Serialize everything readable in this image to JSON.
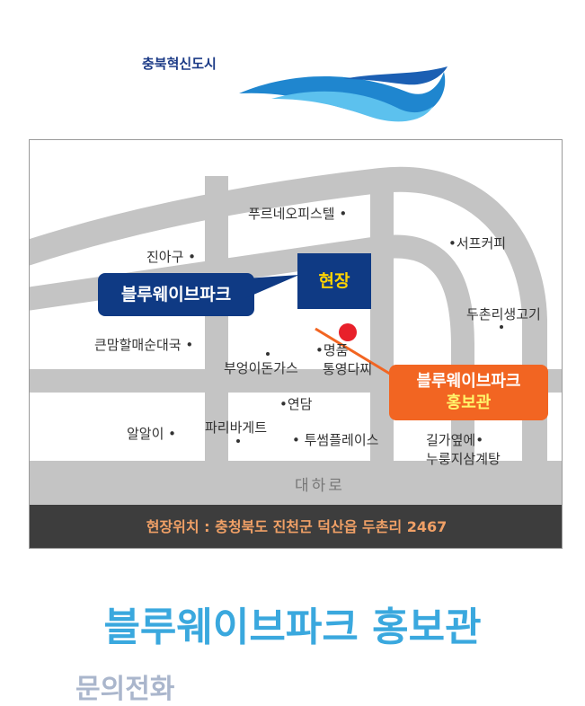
{
  "brand": {
    "name": "충북혁신도시"
  },
  "map": {
    "road_label": "대하로",
    "site_label": "현장",
    "callout_blue": "블루웨이브파크",
    "callout_orange_line1": "블루웨이브파크",
    "callout_orange_line2": "홍보관",
    "address": "현장위치 : 충청북도 진천군 덕산읍 두촌리 2467",
    "places": {
      "pureun": "푸르네오피스텔 •",
      "serpe": "•서프커피",
      "jinagu": "진아구 •",
      "duchon": "두촌리생고기",
      "keunmam": "큰맘할매순대국 •",
      "bueong": "부엉이돈가스",
      "myeongpum1": "•명품",
      "myeongpum2": "통영다찌",
      "yeondam": "•연담",
      "alal": "알알이 •",
      "paris": "파리바게트",
      "tussom": "• 투썸플레이스",
      "gilga1": "길가옆에•",
      "gilga2": "누룽지삼계탕"
    }
  },
  "footer": {
    "title": "블루웨이브파크 홍보관",
    "contact_label": "문의전화"
  },
  "colors": {
    "navy": "#0f3a84",
    "orange": "#f26522",
    "road": "#c4c4c4",
    "address_bar": "#3d3d3d",
    "title_blue": "#3aa8de"
  }
}
